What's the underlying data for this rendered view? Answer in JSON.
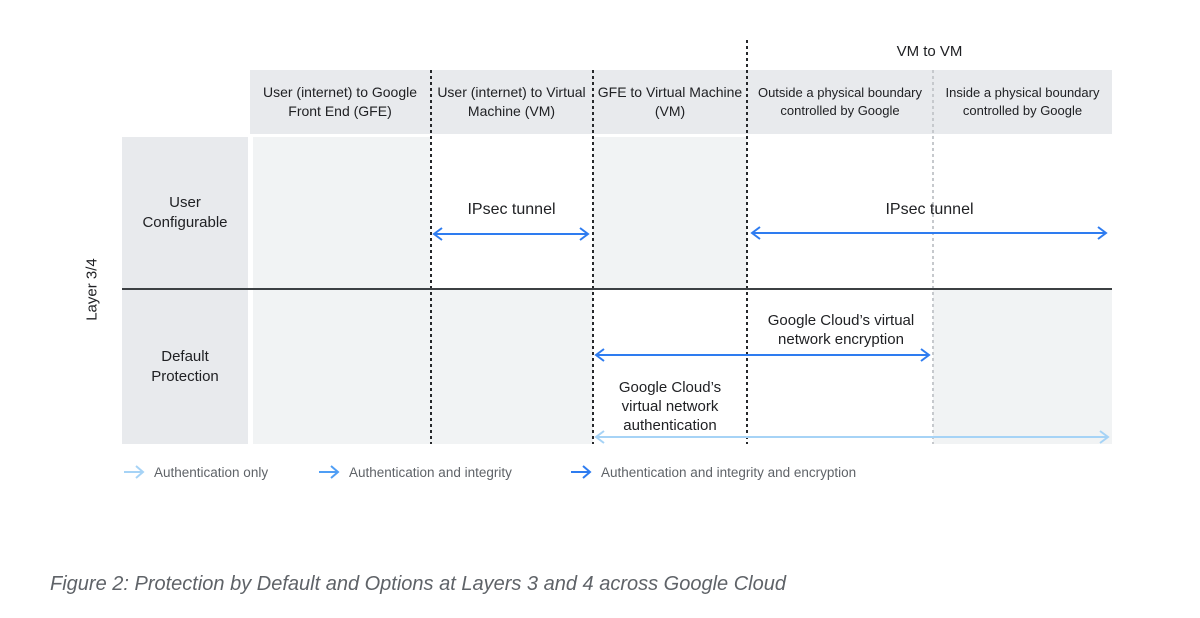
{
  "top_label": "VM to VM",
  "layer_label": "Layer 3/4",
  "columns": [
    "User (internet) to Google Front End (GFE)",
    "User (internet) to Virtual Machine (VM)",
    "GFE to Virtual Machine (VM)",
    "Outside a physical boundary controlled by Google",
    "Inside a physical boundary controlled by Google"
  ],
  "rows": [
    "User Configurable",
    "Default Protection"
  ],
  "annotations": {
    "ipsec_tunnel_user": "IPsec tunnel",
    "ipsec_tunnel_vm": "IPsec tunnel",
    "encryption": "Google Cloud’s virtual network encryption",
    "authentication": "Google Cloud’s virtual network authentication"
  },
  "legend": [
    {
      "label": "Authentication only",
      "color": "#a6d3f6"
    },
    {
      "label": "Authentication and integrity",
      "color": "#4f9ef5"
    },
    {
      "label": "Authentication and integrity and encryption",
      "color": "#2e7cf0"
    }
  ],
  "colors": {
    "arrow_blue": "#2e7cf0",
    "arrow_light_blue": "#a6d3f6",
    "header_bg": "#e8eaed",
    "cell_gray": "#f1f3f4",
    "divider": "#3c4043",
    "text_dark": "#202124",
    "text_gray": "#5f6368"
  },
  "caption": "Figure 2: Protection by Default and Options at Layers 3 and 4 across Google Cloud"
}
